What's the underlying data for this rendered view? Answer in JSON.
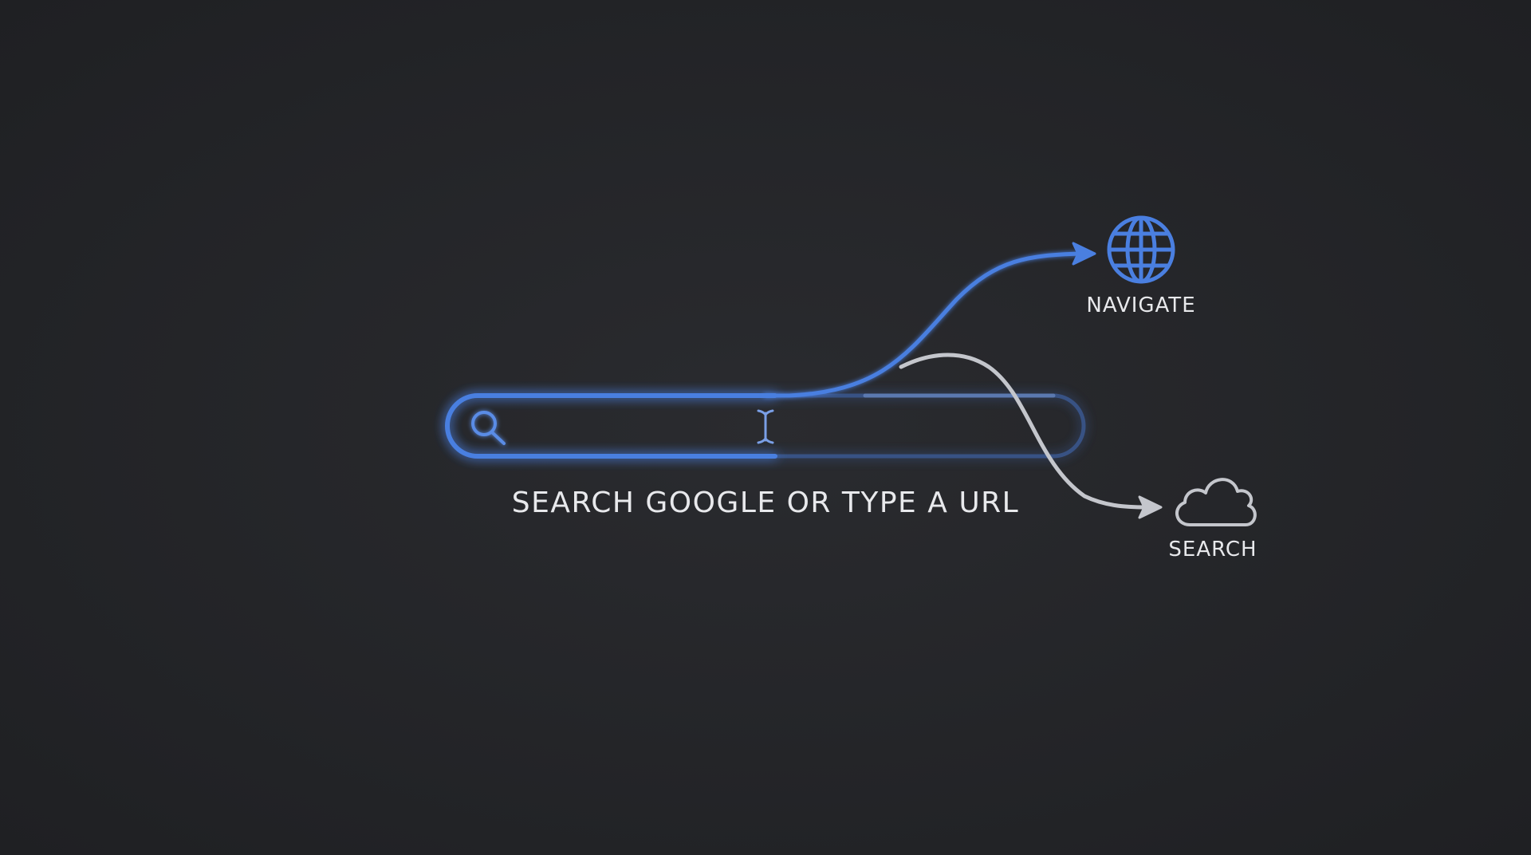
{
  "search_bar": {
    "hint": "SEARCH GOOGLE OR TYPE A URL"
  },
  "destinations": {
    "navigate": {
      "label": "NAVIGATE",
      "icon": "globe-icon"
    },
    "search": {
      "label": "SEARCH",
      "icon": "cloud-icon"
    }
  },
  "colors": {
    "background": "#25262a",
    "accent_blue": "#4a7fe0",
    "neutral_gray": "#c4c6cc",
    "text": "#e8e9ec"
  }
}
